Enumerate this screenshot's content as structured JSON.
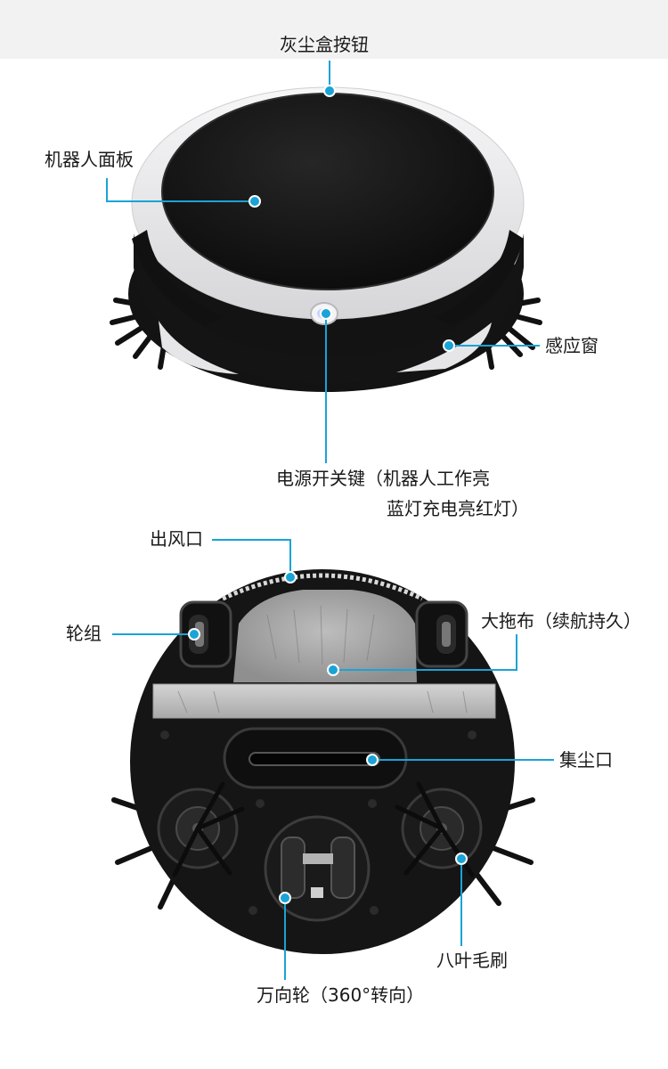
{
  "labels": {
    "dust_box_button": "灰尘盒按钮",
    "robot_panel": "机器人面板",
    "sensor_window": "感应窗",
    "power_key_line1": "电源开关键（机器人工作亮",
    "power_key_line2": "蓝灯充电亮红灯）",
    "air_outlet": "出风口",
    "wheel_set": "轮组",
    "big_mop": "大拖布（续航持久）",
    "dust_inlet": "集尘口",
    "eight_blade_brush": "八叶毛刷",
    "universal_wheel": "万向轮（360°转向）"
  },
  "colors": {
    "callout": "#1aa3d6",
    "body_black": "#141414",
    "bezel_silver": "#e9e9eb",
    "band_gray": "#f2f2f2"
  }
}
